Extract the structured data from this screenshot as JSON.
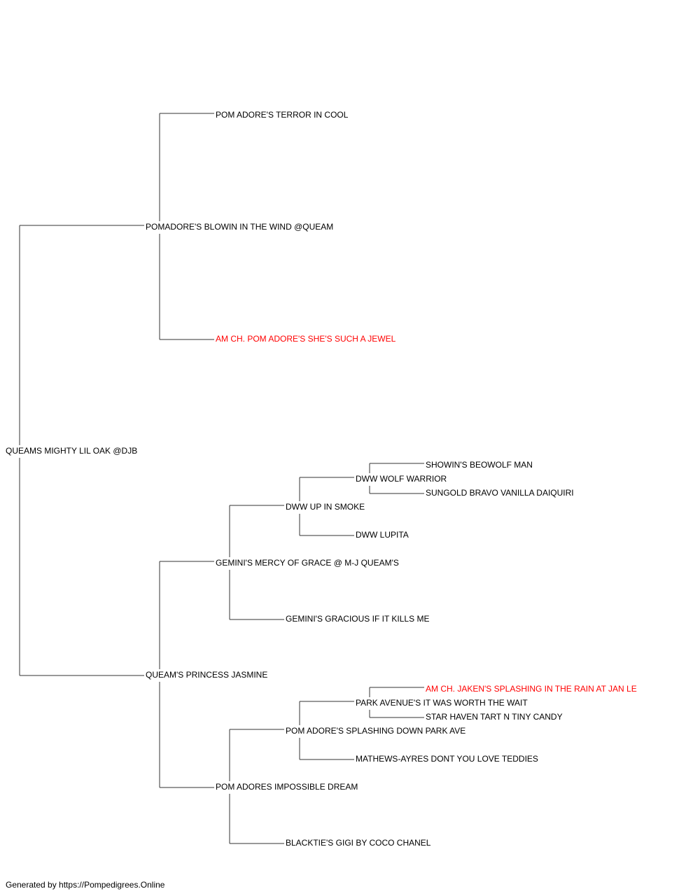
{
  "pedigree": {
    "subject": {
      "name": "QUEAMS MIGHTY LIL OAK @DJB",
      "titled": false
    },
    "sire": {
      "name": "POMADORE'S BLOWIN IN THE WIND @QUEAM",
      "titled": false,
      "sire": {
        "name": "POM ADORE'S TERROR IN COOL",
        "titled": false
      },
      "dam": {
        "name": "AM CH. POM ADORE'S SHE'S SUCH A JEWEL",
        "titled": true
      }
    },
    "dam": {
      "name": "QUEAM'S PRINCESS JASMINE",
      "titled": false,
      "sire": {
        "name": "GEMINI'S MERCY OF GRACE @ M-J QUEAM'S",
        "titled": false,
        "sire": {
          "name": "DWW UP IN SMOKE",
          "titled": false,
          "sire": {
            "name": "DWW WOLF WARRIOR",
            "titled": false,
            "sire": {
              "name": "SHOWIN'S BEOWOLF MAN",
              "titled": false
            },
            "dam": {
              "name": "SUNGOLD BRAVO VANILLA DAIQUIRI",
              "titled": false
            }
          },
          "dam": {
            "name": "DWW LUPITA",
            "titled": false
          }
        },
        "dam": {
          "name": "GEMINI'S GRACIOUS IF IT KILLS ME",
          "titled": false
        }
      },
      "dam": {
        "name": "POM ADORES IMPOSSIBLE DREAM",
        "titled": false,
        "sire": {
          "name": "POM ADORE'S SPLASHING DOWN PARK AVE",
          "titled": false,
          "sire": {
            "name": "PARK AVENUE'S IT WAS WORTH THE WAIT",
            "titled": false,
            "sire": {
              "name": "AM CH. JAKEN'S SPLASHING IN THE RAIN AT JAN LE",
              "titled": true
            },
            "dam": {
              "name": "STAR HAVEN TART N TINY CANDY",
              "titled": false
            }
          },
          "dam": {
            "name": "MATHEWS-AYRES DONT YOU LOVE TEDDIES",
            "titled": false
          }
        },
        "dam": {
          "name": "BLACKTIE'S GIGI BY COCO CHANEL",
          "titled": false
        }
      }
    }
  },
  "footer": {
    "text": "Generated by https://Pompedigrees.Online"
  },
  "colors": {
    "titled": "#ff0000",
    "normal": "#000000",
    "connector": "#333333"
  }
}
